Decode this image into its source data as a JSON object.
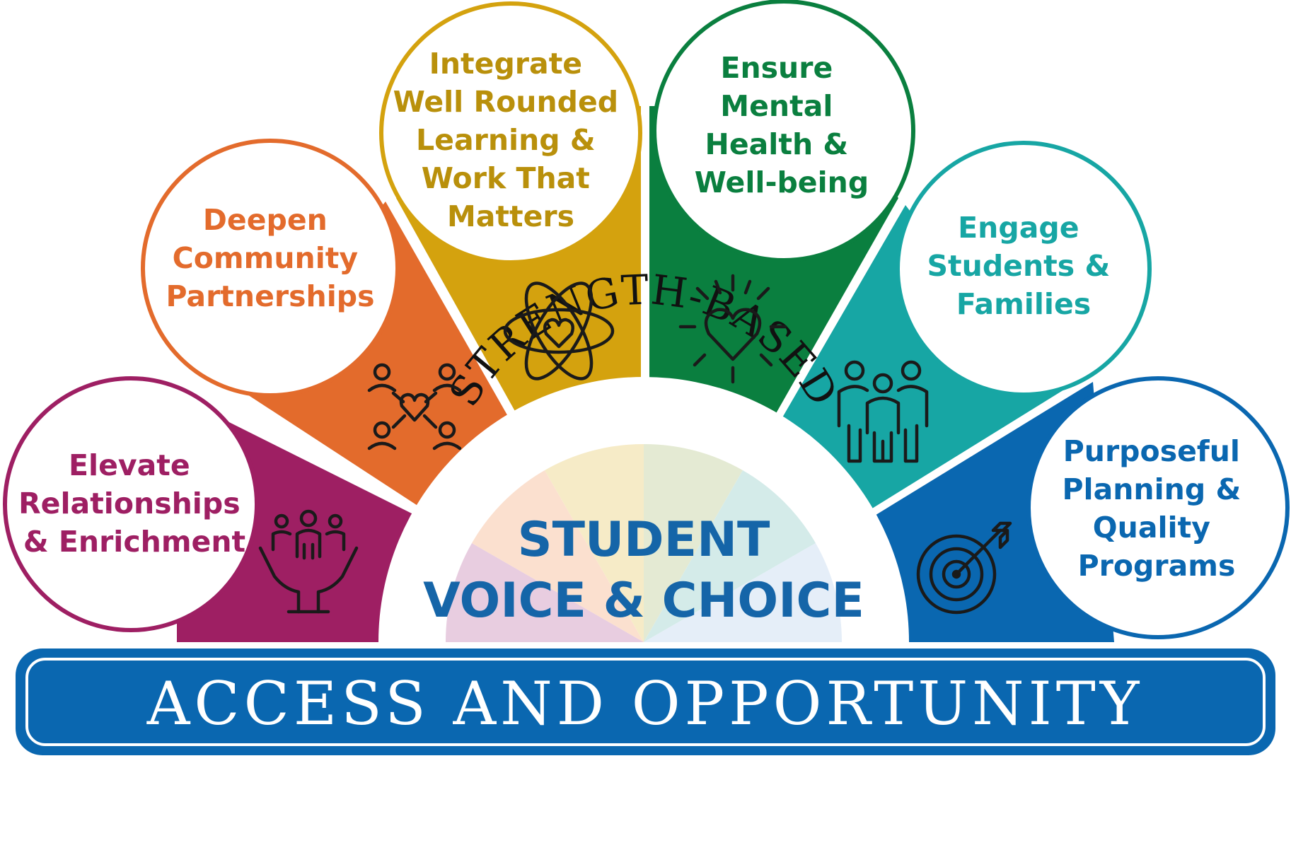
{
  "pillars": [
    {
      "lines": [
        "Elevate",
        "Relationships",
        "& Enrichment"
      ],
      "color": "#9e1f63",
      "icon": "hands-holding-people-icon"
    },
    {
      "lines": [
        "Deepen",
        "Community",
        "Partnerships"
      ],
      "color": "#e36b2c",
      "icon": "connected-people-heart-icon"
    },
    {
      "lines": [
        "Integrate",
        "Well Rounded",
        "Learning &",
        "Work That",
        "Matters"
      ],
      "color": "#d4a20e",
      "icon": "atom-heart-icon"
    },
    {
      "lines": [
        "Ensure",
        "Mental",
        "Health &",
        "Well-being"
      ],
      "color": "#0a7f3f",
      "icon": "radiant-heart-icon"
    },
    {
      "lines": [
        "Engage",
        "Students &",
        "Families"
      ],
      "color": "#17a6a4",
      "icon": "family-group-icon"
    },
    {
      "lines": [
        "Purposeful",
        "Planning &",
        "Quality",
        "Programs"
      ],
      "color": "#0a67b0",
      "icon": "target-arrow-icon"
    }
  ],
  "label_colors": [
    "#9e1f63",
    "#e36b2c",
    "#b9900b",
    "#0a7f3f",
    "#17a6a4",
    "#0a67b0"
  ],
  "center": {
    "arc_label": "STRENGTH-BASED",
    "line1": "STUDENT",
    "line2": "VOICE & CHOICE"
  },
  "banner": {
    "text": "ACCESS AND OPPORTUNITY",
    "color": "#0a67b0"
  }
}
